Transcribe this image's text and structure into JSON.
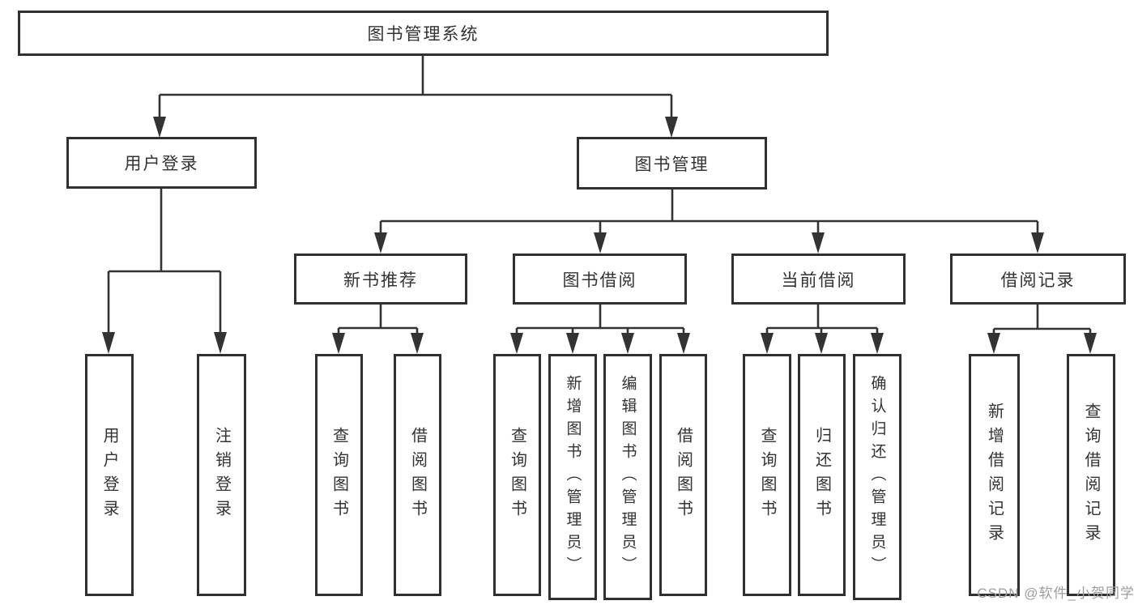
{
  "tree": {
    "label": "图书管理系统",
    "children": [
      {
        "label": "用户登录",
        "children": [
          {
            "label": "用户登录"
          },
          {
            "label": "注销登录"
          }
        ]
      },
      {
        "label": "图书管理",
        "children": [
          {
            "label": "新书推荐",
            "children": [
              {
                "label": "查询图书"
              },
              {
                "label": "借阅图书"
              }
            ]
          },
          {
            "label": "图书借阅",
            "children": [
              {
                "label": "查询图书"
              },
              {
                "label": "新增图书（管理员）"
              },
              {
                "label": "编辑图书（管理员）"
              },
              {
                "label": "借阅图书"
              }
            ]
          },
          {
            "label": "当前借阅",
            "children": [
              {
                "label": "查询图书"
              },
              {
                "label": "归还图书"
              },
              {
                "label": "确认归还（管理员）"
              }
            ]
          },
          {
            "label": "借阅记录",
            "children": [
              {
                "label": "新增借阅记录"
              },
              {
                "label": "查询借阅记录"
              }
            ]
          }
        ]
      }
    ]
  },
  "watermark": {
    "text": "CSDN @软件_小贺同学"
  },
  "colors": {
    "line": "#333333",
    "box_border": "#303030",
    "text": "#333333",
    "background": "#ffffff",
    "watermark": "#9e9e9e"
  }
}
